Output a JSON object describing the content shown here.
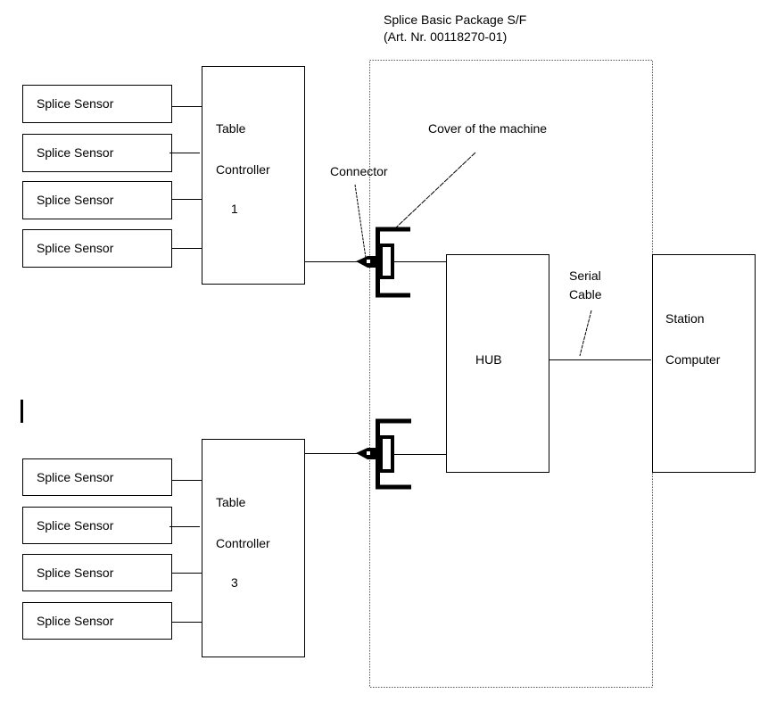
{
  "package": {
    "title": "Splice Basic Package S/F",
    "article": "(Art. Nr. 00118270-01)"
  },
  "groups": [
    {
      "controller": {
        "line1": "Table",
        "line2": "Controller",
        "number": "1"
      },
      "sensors": [
        "Splice Sensor",
        "Splice Sensor",
        "Splice Sensor",
        "Splice Sensor"
      ]
    },
    {
      "controller": {
        "line1": "Table",
        "line2": "Controller",
        "number": "3"
      },
      "sensors": [
        "Splice Sensor",
        "Splice Sensor",
        "Splice Sensor",
        "Splice Sensor"
      ]
    }
  ],
  "annotations": {
    "connector": "Connector",
    "cover": "Cover of the machine",
    "serial_line1": "Serial",
    "serial_line2": "Cable"
  },
  "hub": {
    "label": "HUB"
  },
  "station": {
    "line1": "Station",
    "line2": "Computer"
  },
  "colors": {
    "line": "#000000",
    "dotted": "#666666",
    "background": "#ffffff"
  }
}
